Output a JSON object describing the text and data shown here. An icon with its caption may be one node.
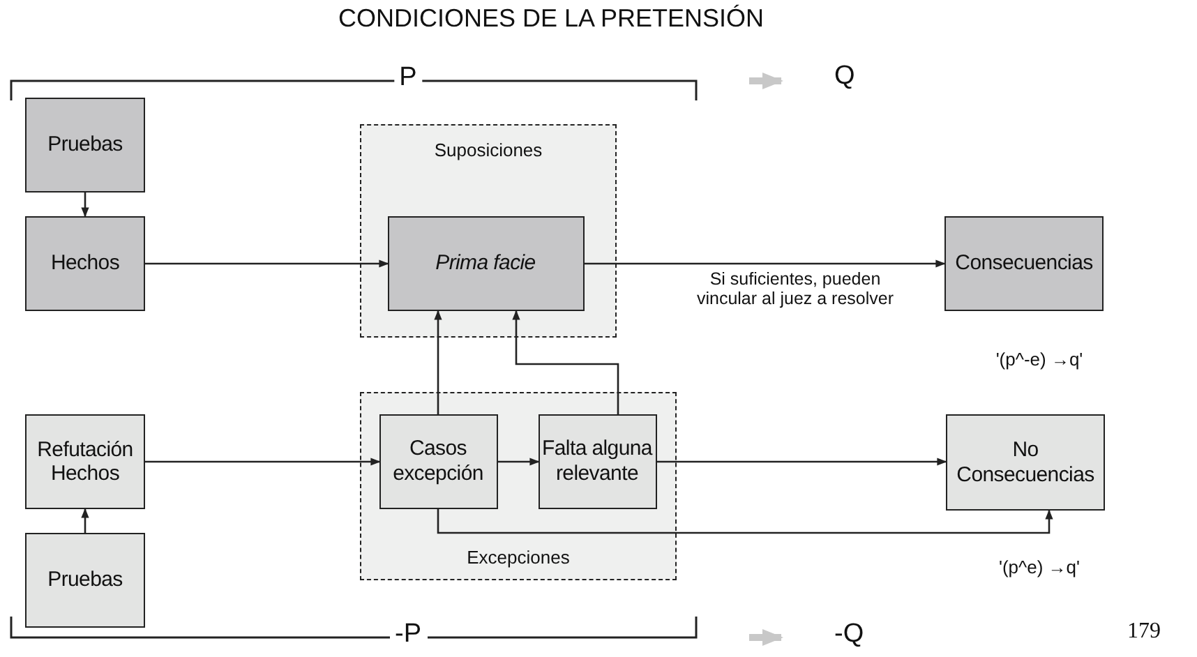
{
  "diagram": {
    "title": "CONDICIONES DE LA PRETENSIÓN",
    "nodes": [
      {
        "text": [
          "P"
        ]
      },
      {
        "text": [
          "Q"
        ]
      },
      {
        "text": [
          "Pruebas"
        ]
      },
      {
        "text": [
          "Suposiciones"
        ]
      },
      {
        "text": [
          "Hechos"
        ]
      },
      {
        "text": [
          "Prima facie"
        ],
        "in": 3
      },
      {
        "text": [
          "Consecuencias"
        ]
      },
      {
        "text": [
          "Refutación Hechos"
        ]
      },
      {
        "text": [
          "Excepciones"
        ]
      },
      {
        "text": [
          "Casos excepción"
        ],
        "in": 8
      },
      {
        "text": [
          "Falta alguna relevante"
        ],
        "in": 8
      },
      {
        "text": [
          "No Consecuencias"
        ]
      },
      {
        "text": [
          "Pruebas"
        ]
      },
      {
        "text": [
          "-P"
        ]
      },
      {
        "text": [
          "-Q"
        ]
      }
    ],
    "edges": [
      {
        "from": 2,
        "to": 4,
        "arrow": "to"
      },
      {
        "from": 4,
        "to": 5,
        "arrow": "to"
      },
      {
        "from": 5,
        "to": 6,
        "arrow": "to",
        "label": "Si suficientes, pueden vincular al juez a resolver"
      },
      {
        "from": 12,
        "to": 7,
        "arrow": "to"
      },
      {
        "from": 7,
        "to": 9,
        "arrow": "to"
      },
      {
        "from": 9,
        "to": 5,
        "arrow": "to"
      },
      {
        "from": 10,
        "to": 5,
        "arrow": "to"
      },
      {
        "from": 9,
        "to": 10,
        "arrow": "to"
      },
      {
        "from": 10,
        "to": 11,
        "arrow": "to"
      },
      {
        "from": 9,
        "to": 11,
        "arrow": "to"
      },
      {
        "from": null,
        "to": 1,
        "arrow": "to",
        "style": "thick",
        "color": "#c8c8c8"
      },
      {
        "from": null,
        "to": 14,
        "arrow": "to",
        "style": "thick",
        "color": "#c8c8c8"
      }
    ],
    "labels": [
      "'(p^-e) →q'",
      "'(p^e) →q'",
      "179"
    ]
  }
}
